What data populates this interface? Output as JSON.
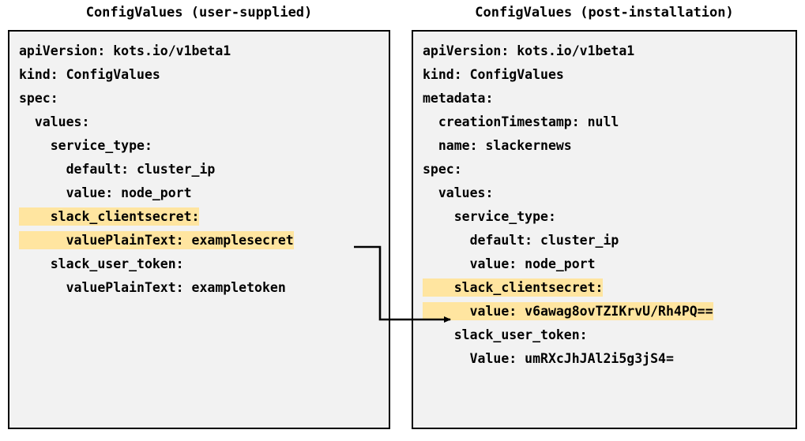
{
  "panels": {
    "left": {
      "title": "ConfigValues (user-supplied)",
      "lines": [
        {
          "text": "apiVersion: kots.io/v1beta1",
          "highlight": false
        },
        {
          "text": "kind: ConfigValues",
          "highlight": false
        },
        {
          "text": "spec:",
          "highlight": false
        },
        {
          "text": "  values:",
          "highlight": false
        },
        {
          "text": "    service_type:",
          "highlight": false
        },
        {
          "text": "      default: cluster_ip",
          "highlight": false
        },
        {
          "text": "      value: node_port",
          "highlight": false
        },
        {
          "text": "    slack_clientsecret:",
          "highlight": true
        },
        {
          "text": "      valuePlainText: examplesecret",
          "highlight": true
        },
        {
          "text": "    slack_user_token:",
          "highlight": false
        },
        {
          "text": "      valuePlainText: exampletoken",
          "highlight": false
        }
      ]
    },
    "right": {
      "title": "ConfigValues (post-installation)",
      "lines": [
        {
          "text": "apiVersion: kots.io/v1beta1",
          "highlight": false
        },
        {
          "text": "kind: ConfigValues",
          "highlight": false
        },
        {
          "text": "metadata:",
          "highlight": false
        },
        {
          "text": "  creationTimestamp: null",
          "highlight": false
        },
        {
          "text": "  name: slackernews",
          "highlight": false
        },
        {
          "text": "spec:",
          "highlight": false
        },
        {
          "text": "  values:",
          "highlight": false
        },
        {
          "text": "    service_type:",
          "highlight": false
        },
        {
          "text": "      default: cluster_ip",
          "highlight": false
        },
        {
          "text": "      value: node_port",
          "highlight": false
        },
        {
          "text": "    slack_clientsecret:",
          "highlight": true
        },
        {
          "text": "      value: v6awag8ovTZIKrvU/Rh4PQ==",
          "highlight": true
        },
        {
          "text": "    slack_user_token:",
          "highlight": false
        },
        {
          "text": "      Value: umRXcJhJAl2i5g3jS4=",
          "highlight": false
        }
      ]
    }
  },
  "connector": {
    "label": "encryption-flow-arrow",
    "from": "examplesecret",
    "to": "v6awag8ovTZIKrvU/Rh4PQ=="
  },
  "colors": {
    "highlight": "#FFE5A0",
    "panel_background": "#F2F2F2",
    "border": "#000000",
    "text": "#000000"
  }
}
